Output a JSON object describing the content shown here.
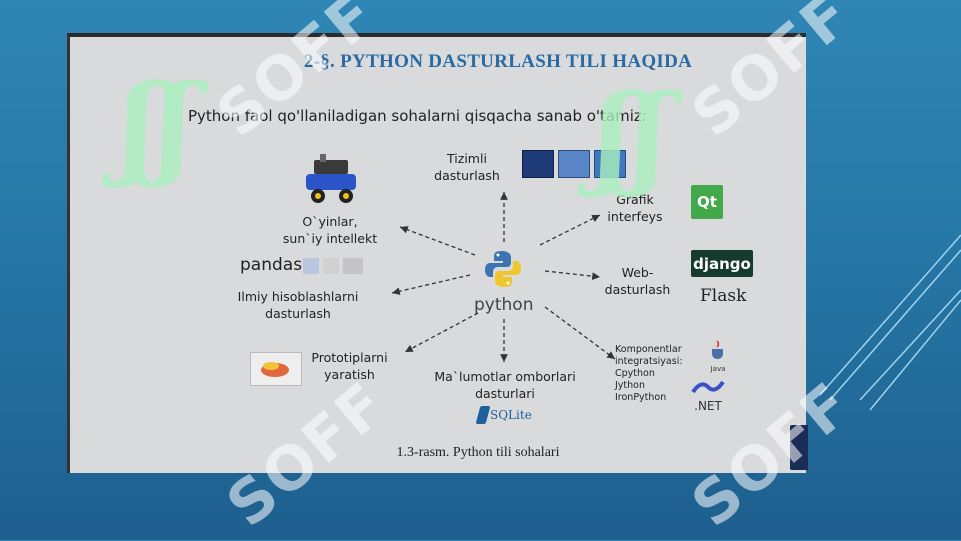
{
  "slide": {
    "title": "2-§. PYTHON DASTURLASH TILI HAQIDA",
    "intro": "Python faol qo'llaniladigan sohalarni qisqacha sanab o'tamiz:",
    "caption": "1.3-rasm. Python tili sohalari",
    "center": {
      "logo": "python-logo",
      "label": "python"
    }
  },
  "areas": {
    "games": {
      "line1": "O`yinlar,",
      "line2": "sun`iy intellekt",
      "icon": "robot-icon"
    },
    "system": {
      "line1": "Tizimli",
      "line2": "dasturlash",
      "icon": "os-logos-icon"
    },
    "gui": {
      "line1": "Grafik",
      "line2": "interfeys",
      "icon": "qt-logo-icon",
      "icon_text": "Qt"
    },
    "science": {
      "line1": "Ilmiy hisoblashlarni",
      "line2": "dasturlash",
      "pandas": "pandas",
      "icon": "scientific-libs-icon"
    },
    "web": {
      "line1": "Web-",
      "line2": "dasturlash",
      "django": "django",
      "flask": "Flask"
    },
    "prototype": {
      "line1": "Prototiplarni",
      "line2": "yaratish",
      "icon": "prototype-icon"
    },
    "database": {
      "line1": "Ma`lumotlar omborlari",
      "line2": "dasturlari",
      "sqlite": "SQLite"
    },
    "components": {
      "lines": [
        "Komponentlar",
        "integratsiyasi:",
        "Cpython",
        "Jython",
        "IronPython"
      ],
      "java": "Java",
      "net": ".NET"
    }
  },
  "watermark": {
    "text": "SOFF"
  },
  "colors": {
    "background": "#2677a6",
    "title": "#2a6aa3",
    "slide": "#d8dadb",
    "watermark_logo": "#aaf0be"
  }
}
